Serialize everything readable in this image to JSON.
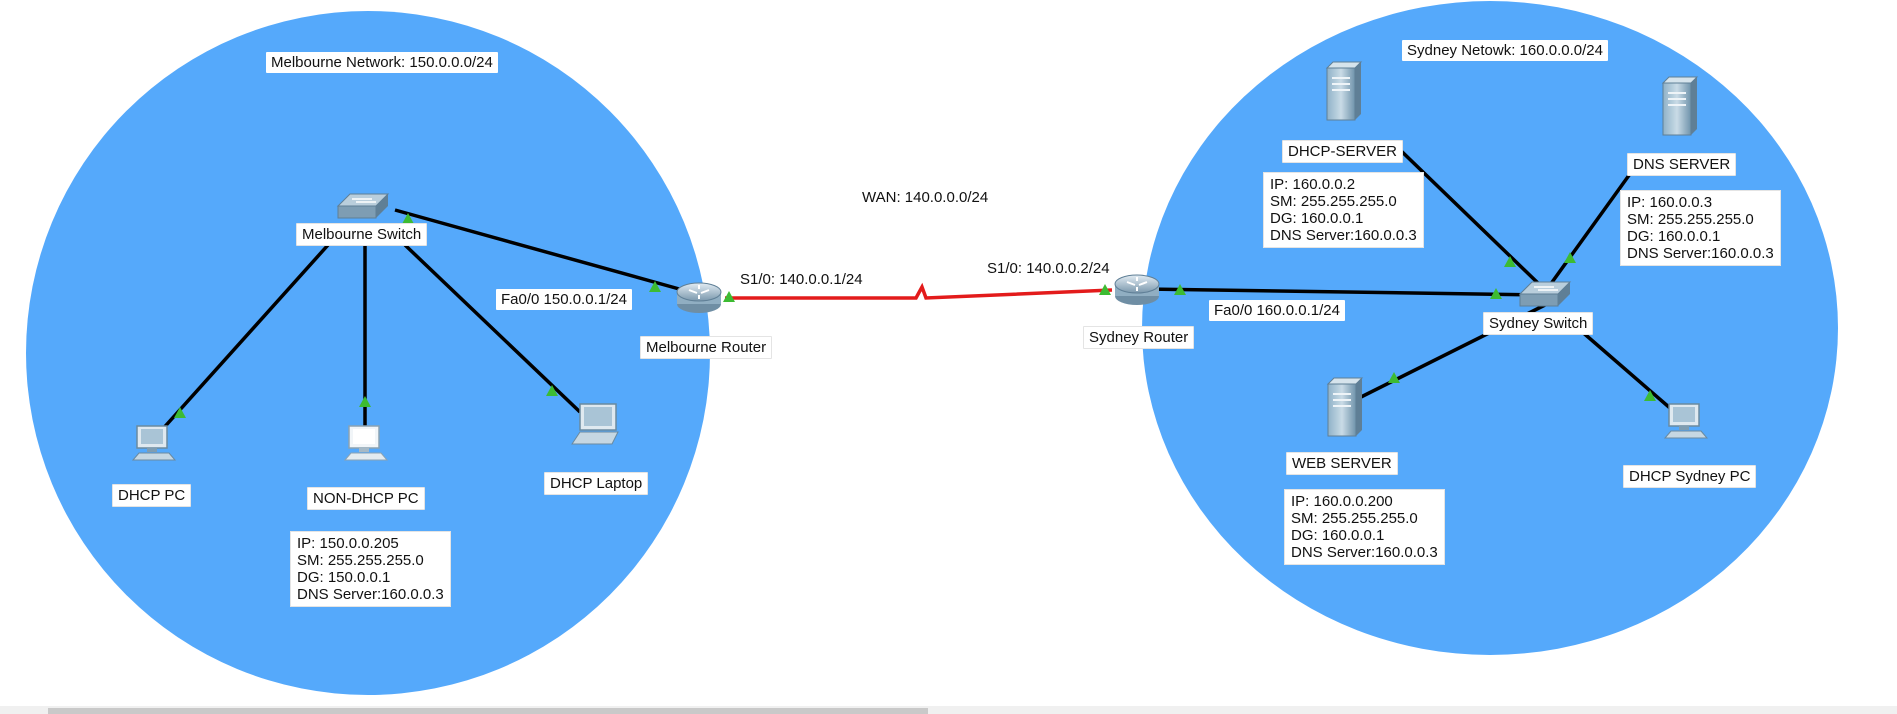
{
  "colors": {
    "network_area": "#55a9fb",
    "ethernet_link": "#000000",
    "serial_link": "#e31b1b",
    "link_up": "#3dbb32"
  },
  "networks": {
    "melbourne": "Melbourne Network: 150.0.0.0/24",
    "sydney": "Sydney Netowk: 160.0.0.0/24",
    "wan": "WAN: 140.0.0.0/24"
  },
  "interfaces": {
    "melbourne_serial": "S1/0: 140.0.0.1/24",
    "sydney_serial": "S1/0: 140.0.0.2/24",
    "melbourne_fa": "Fa0/0 150.0.0.1/24",
    "sydney_fa": "Fa0/0 160.0.0.1/24"
  },
  "devices": {
    "melbourne_switch": "Melbourne Switch",
    "melbourne_router": "Melbourne Router",
    "dhcp_pc": "DHCP PC",
    "non_dhcp_pc": "NON-DHCP PC",
    "dhcp_laptop": "DHCP Laptop",
    "sydney_router": "Sydney Router",
    "sydney_switch": "Sydney Switch",
    "dhcp_server": "DHCP-SERVER",
    "dns_server": "DNS SERVER",
    "web_server": "WEB SERVER",
    "dhcp_sydney_pc": "DHCP Sydney PC"
  },
  "configs": {
    "non_dhcp_pc": {
      "ip": "IP: 150.0.0.205",
      "sm": "SM: 255.255.255.0",
      "dg": "DG: 150.0.0.1",
      "dns": "DNS Server:160.0.0.3"
    },
    "dhcp_server": {
      "ip": "IP: 160.0.0.2",
      "sm": "SM: 255.255.255.0",
      "dg": "DG: 160.0.0.1",
      "dns": "DNS Server:160.0.0.3"
    },
    "dns_server": {
      "ip": "IP: 160.0.0.3",
      "sm": "SM: 255.255.255.0",
      "dg": "DG: 160.0.0.1",
      "dns": "DNS Server:160.0.0.3"
    },
    "web_server": {
      "ip": "IP: 160.0.0.200",
      "sm": "SM: 255.255.255.0",
      "dg": "DG: 160.0.0.1",
      "dns": "DNS Server:160.0.0.3"
    }
  }
}
